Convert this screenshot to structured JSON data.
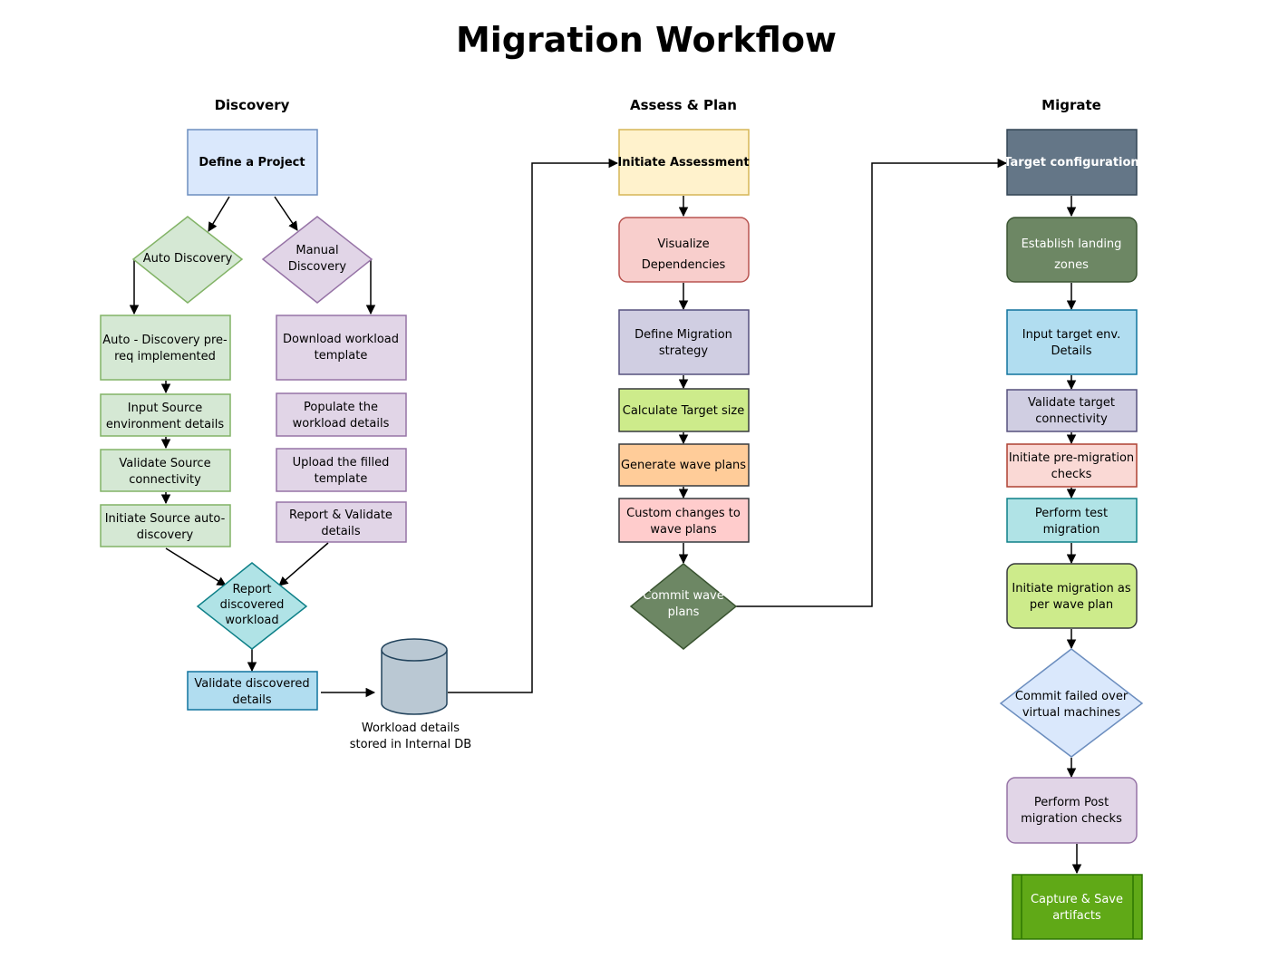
{
  "title": "Migration Workflow",
  "columns": {
    "discovery": "Discovery",
    "assess": "Assess & Plan",
    "migrate": "Migrate"
  },
  "discovery": {
    "define_project": "Define a Project",
    "auto_discovery": "Auto Discovery",
    "manual_discovery": [
      "Manual",
      "Discovery"
    ],
    "auto_prereq": [
      "Auto - Discovery pre-",
      "req implemented"
    ],
    "input_source": [
      "Input Source",
      "environment details"
    ],
    "validate_source": [
      "Validate Source",
      "connectivity"
    ],
    "initiate_source": [
      "Initiate Source auto-",
      "discovery"
    ],
    "download_template": [
      "Download workload",
      "template"
    ],
    "populate_details": [
      "Populate the",
      "workload details"
    ],
    "upload_template": [
      "Upload the filled",
      "template"
    ],
    "report_validate": [
      "Report & Validate",
      "details"
    ],
    "report_discovered": [
      "Report",
      "discovered",
      "workload"
    ],
    "validate_discovered": [
      "Validate discovered",
      "details"
    ],
    "db_caption": [
      "Workload details",
      "stored in Internal DB"
    ]
  },
  "assess": {
    "initiate_assessment": "Initiate Assessment",
    "visualize": [
      "Visualize",
      "Dependencies"
    ],
    "define_strategy": [
      "Define Migration",
      "strategy"
    ],
    "calc_target": "Calculate Target size",
    "generate_waves": "Generate wave plans",
    "custom_changes": [
      "Custom changes to",
      "wave plans"
    ],
    "commit_waves": [
      "Commit wave",
      "plans"
    ]
  },
  "migrate": {
    "target_config": "Target configuration",
    "landing_zones": [
      "Establish landing",
      "zones"
    ],
    "input_target": [
      "Input target env.",
      "Details"
    ],
    "validate_target": [
      "Validate target",
      "connectivity"
    ],
    "pre_migration": [
      "Initiate pre-migration",
      "checks"
    ],
    "test_migration": [
      "Perform test",
      "migration"
    ],
    "initiate_migration": [
      "Initiate migration as",
      "per wave plan"
    ],
    "commit_failed": [
      "Commit failed over",
      "virtual machines"
    ],
    "post_checks": [
      "Perform Post",
      "migration checks"
    ],
    "capture_save": [
      "Capture & Save",
      "artifacts"
    ]
  }
}
